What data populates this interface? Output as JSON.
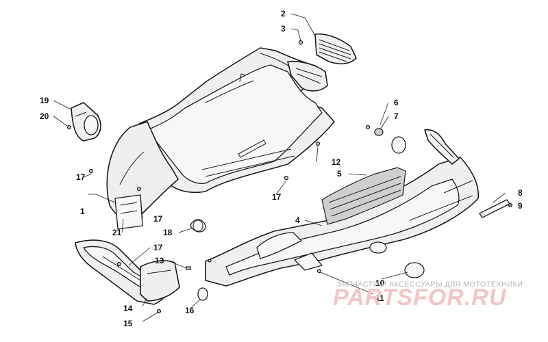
{
  "callouts": {
    "c1": "1",
    "c2": "2",
    "c3": "3",
    "c4": "4",
    "c5": "5",
    "c6": "6",
    "c7": "7",
    "c8": "8",
    "c9": "9",
    "c10": "10",
    "c11": "11",
    "c12": "12",
    "c13": "13",
    "c14": "14",
    "c15": "15",
    "c16": "16",
    "c17a": "17",
    "c17b": "17",
    "c17c": "17",
    "c17d": "17",
    "c18": "18",
    "c19": "19",
    "c20": "20",
    "c21": "21"
  },
  "watermark": {
    "tagline": "ЗАПЧАСТИ И АКСЕССУАРЫ ДЛЯ МОТОТЕХНИКИ",
    "brand": "PARTSFOR.RU"
  },
  "colors": {
    "line": "#1a1a1a",
    "fill": "#efefef",
    "watermark_red": "#f2c6c6"
  }
}
